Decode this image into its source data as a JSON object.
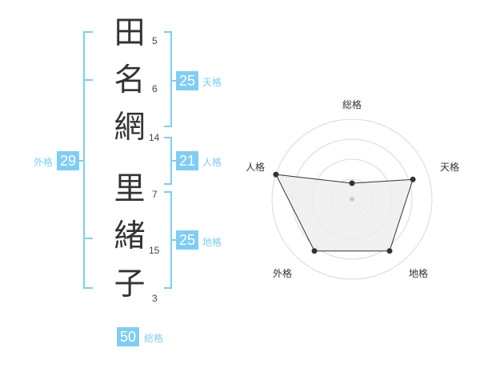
{
  "theme": {
    "accent": "#7fcdf5",
    "text": "#333333",
    "radar_fill": "#ececec",
    "radar_line": "#333333",
    "ring": "#d9d9d9"
  },
  "name_chars": [
    {
      "char": "田",
      "strokes": "5"
    },
    {
      "char": "名",
      "strokes": "6"
    },
    {
      "char": "網",
      "strokes": "14"
    },
    {
      "char": "里",
      "strokes": "7"
    },
    {
      "char": "緒",
      "strokes": "15"
    },
    {
      "char": "子",
      "strokes": "3"
    }
  ],
  "kaku": {
    "ten": {
      "label": "天格",
      "value": "25"
    },
    "jin": {
      "label": "人格",
      "value": "21"
    },
    "chi": {
      "label": "地格",
      "value": "25"
    },
    "gai": {
      "label": "外格",
      "value": "29"
    },
    "so": {
      "label": "総格",
      "value": "50"
    }
  },
  "chart_data": {
    "type": "radar",
    "axes": [
      "総格",
      "天格",
      "地格",
      "外格",
      "人格"
    ],
    "values": [
      0.25,
      1.0,
      1.0,
      1.0,
      1.25
    ],
    "range": [
      0,
      1.25
    ],
    "rings": 4,
    "grid": true
  }
}
